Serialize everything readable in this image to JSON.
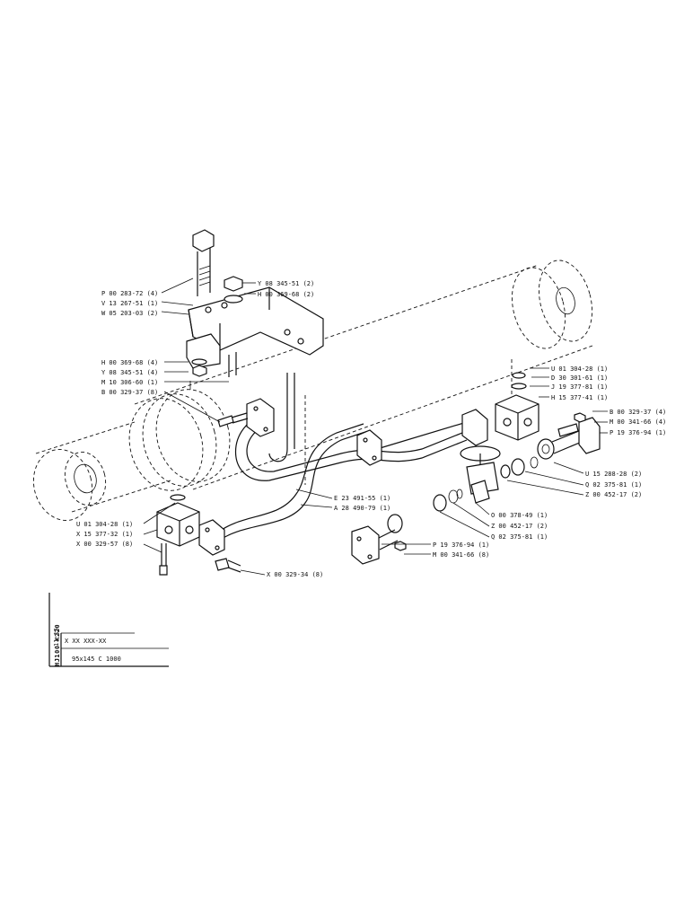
{
  "title_block": {
    "model": "HJ100 K220",
    "sheet": "11-15",
    "code": "X XX  XXX-XX",
    "description": "95x145  C 1000"
  },
  "callouts": [
    "P 00 283-72 (4)",
    "V 13 267-51 (1)",
    "W 05 203-03 (2)",
    "Y 08 345-51 (2)",
    "H 00 369-68 (2)",
    "H 00 369-68 (4)",
    "Y 08 345-51 (4)",
    "M 10 306-60 (1)",
    "B 00 329-37 (8)",
    "U 01 304-28 (1)",
    "D 30 301-61 (1)",
    "J 19 377-81 (1)",
    "H 15 377-41 (1)",
    "B 00 329-37 (4)",
    "M 00 341-66 (4)",
    "P 19 376-94 (1)",
    "U 15 288-28 (2)",
    "Q 02 375-81 (1)",
    "Z 00 452-17 (2)",
    "E 23 491-55 (1)",
    "A 28 490-79 (1)",
    "O 00 378-49 (1)",
    "Z 00 452-17 (2)",
    "Q 02 375-81 (1)",
    "U 01 304-28 (1)",
    "X 15 377-32 (1)",
    "X 00 329-57 (8)",
    "P 19 376-94 (1)",
    "M 00 341-66 (8)",
    "X 00 329-34 (8)"
  ]
}
